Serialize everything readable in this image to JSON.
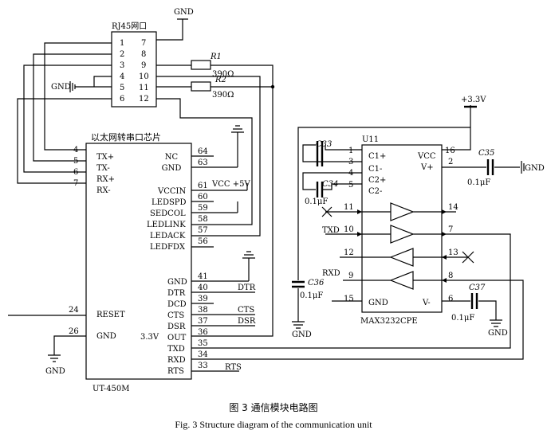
{
  "rj45": {
    "title": "RJ45网口",
    "pins_left": [
      "1",
      "2",
      "3",
      "4",
      "5",
      "6"
    ],
    "pins_right": [
      "7",
      "8",
      "9",
      "10",
      "11",
      "12"
    ]
  },
  "resistors": {
    "r1_label": "R1",
    "r1_value": "390Ω",
    "r2_label": "R2",
    "r2_value": "390Ω"
  },
  "gnd_labels": [
    "GND",
    "GND",
    "GND",
    "GND",
    "GND",
    "GND",
    "GND"
  ],
  "ut450": {
    "title": "以太网转串口芯片",
    "part_label": "UT-450M",
    "left_pins": [
      {
        "num": "4",
        "name": "TX+"
      },
      {
        "num": "5",
        "name": "TX-"
      },
      {
        "num": "6",
        "name": "RX+"
      },
      {
        "num": "7",
        "name": "RX-"
      },
      {
        "num": "24",
        "name": "RESET"
      },
      {
        "num": "26",
        "name": "GND"
      }
    ],
    "right_pins": [
      {
        "num": "64",
        "name": "NC"
      },
      {
        "num": "63",
        "name": "GND"
      },
      {
        "num": "61",
        "name": "VCCIN"
      },
      {
        "num": "60",
        "name": "LEDSPD"
      },
      {
        "num": "59",
        "name": "SEDCOL"
      },
      {
        "num": "58",
        "name": "LEDLINK"
      },
      {
        "num": "57",
        "name": "LEDACK"
      },
      {
        "num": "56",
        "name": "LEDFDX"
      },
      {
        "num": "41",
        "name": "GND"
      },
      {
        "num": "40",
        "name": "DTR"
      },
      {
        "num": "39",
        "name": "DCD"
      },
      {
        "num": "38",
        "name": "CTS"
      },
      {
        "num": "37",
        "name": "DSR"
      },
      {
        "num": "36",
        "name": "OUT"
      },
      {
        "num": "35",
        "name": "TXD"
      },
      {
        "num": "34",
        "name": "RXD"
      },
      {
        "num": "33",
        "name": "RTS"
      }
    ],
    "vcc_label": "VCC +5V",
    "v33_label": "3.3V",
    "net_labels": {
      "dtr": "DTR",
      "cts": "CTS",
      "dsr": "DSR",
      "rts": "RTS"
    }
  },
  "max3232": {
    "ref": "U11",
    "part_label": "MAX3232CPE",
    "left_pins": [
      {
        "num": "1",
        "name": "C1+"
      },
      {
        "num": "3",
        "name": "C1-"
      },
      {
        "num": "4",
        "name": "C2+"
      },
      {
        "num": "5",
        "name": "C2-"
      },
      {
        "num": "11",
        "name": ""
      },
      {
        "num": "10",
        "name": ""
      },
      {
        "num": "12",
        "name": ""
      },
      {
        "num": "9",
        "name": ""
      },
      {
        "num": "15",
        "name": "GND"
      }
    ],
    "right_pins": [
      {
        "num": "16",
        "name": "VCC"
      },
      {
        "num": "2",
        "name": "V+"
      },
      {
        "num": "14",
        "name": ""
      },
      {
        "num": "7",
        "name": ""
      },
      {
        "num": "13",
        "name": ""
      },
      {
        "num": "8",
        "name": ""
      },
      {
        "num": "6",
        "name": "V-"
      }
    ],
    "txd_label": "TXD",
    "rxd_label": "RXD",
    "supply_label": "+3.3V"
  },
  "capacitors": {
    "c33": "C33",
    "c34": "C34",
    "c35": "C35",
    "c36": "C36",
    "c37": "C37",
    "value": "0.1μF"
  },
  "caption": {
    "cn": "图 3    通信模块电路图",
    "en": "Fig. 3    Structure diagram of the communication unit"
  }
}
